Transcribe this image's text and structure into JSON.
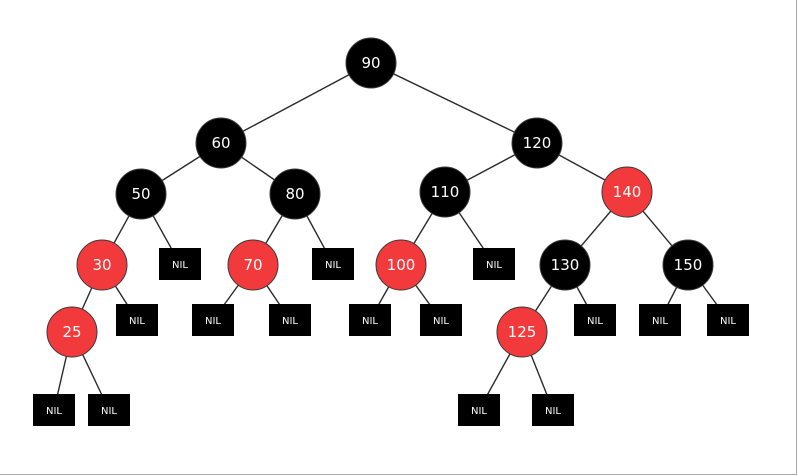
{
  "colors": {
    "black": "#000000",
    "red": "#f23a3c",
    "edge": "#2b2b2b",
    "nil": "#000000"
  },
  "nodes": [
    {
      "id": "n90",
      "label": "90",
      "color": "black"
    },
    {
      "id": "n60",
      "label": "60",
      "color": "black"
    },
    {
      "id": "n120",
      "label": "120",
      "color": "black"
    },
    {
      "id": "n50",
      "label": "50",
      "color": "black"
    },
    {
      "id": "n80",
      "label": "80",
      "color": "black"
    },
    {
      "id": "n110",
      "label": "110",
      "color": "black"
    },
    {
      "id": "n140",
      "label": "140",
      "color": "red"
    },
    {
      "id": "n30",
      "label": "30",
      "color": "red"
    },
    {
      "id": "n70",
      "label": "70",
      "color": "red"
    },
    {
      "id": "n100",
      "label": "100",
      "color": "red"
    },
    {
      "id": "n130",
      "label": "130",
      "color": "black"
    },
    {
      "id": "n150",
      "label": "150",
      "color": "black"
    },
    {
      "id": "n25",
      "label": "25",
      "color": "red"
    },
    {
      "id": "n125",
      "label": "125",
      "color": "red"
    }
  ],
  "nils": [
    {
      "id": "nil1",
      "label": "NIL"
    },
    {
      "id": "nil2",
      "label": "NIL"
    },
    {
      "id": "nil3",
      "label": "NIL"
    },
    {
      "id": "nil4",
      "label": "NIL"
    },
    {
      "id": "nil5",
      "label": "NIL"
    },
    {
      "id": "nil6",
      "label": "NIL"
    },
    {
      "id": "nil7",
      "label": "NIL"
    },
    {
      "id": "nil8",
      "label": "NIL"
    },
    {
      "id": "nil9",
      "label": "NIL"
    },
    {
      "id": "nil10",
      "label": "NIL"
    },
    {
      "id": "nil11",
      "label": "NIL"
    },
    {
      "id": "nil12",
      "label": "NIL"
    },
    {
      "id": "nil13",
      "label": "NIL"
    },
    {
      "id": "nil14",
      "label": "NIL"
    },
    {
      "id": "nil15",
      "label": "NIL"
    }
  ],
  "edges": [
    [
      "n90",
      "n60"
    ],
    [
      "n90",
      "n120"
    ],
    [
      "n60",
      "n50"
    ],
    [
      "n60",
      "n80"
    ],
    [
      "n120",
      "n110"
    ],
    [
      "n120",
      "n140"
    ],
    [
      "n50",
      "n30"
    ],
    [
      "n50",
      "nil1"
    ],
    [
      "n80",
      "n70"
    ],
    [
      "n80",
      "nil2"
    ],
    [
      "n110",
      "n100"
    ],
    [
      "n110",
      "nil3"
    ],
    [
      "n140",
      "n130"
    ],
    [
      "n140",
      "n150"
    ],
    [
      "n30",
      "n25"
    ],
    [
      "n30",
      "nil4"
    ],
    [
      "n70",
      "nil5"
    ],
    [
      "n70",
      "nil6"
    ],
    [
      "n100",
      "nil7"
    ],
    [
      "n100",
      "nil8"
    ],
    [
      "n130",
      "n125"
    ],
    [
      "n130",
      "nil9"
    ],
    [
      "n150",
      "nil10"
    ],
    [
      "n150",
      "nil11"
    ],
    [
      "n25",
      "nil12"
    ],
    [
      "n25",
      "nil13"
    ],
    [
      "n125",
      "nil14"
    ],
    [
      "n125",
      "nil15"
    ]
  ]
}
